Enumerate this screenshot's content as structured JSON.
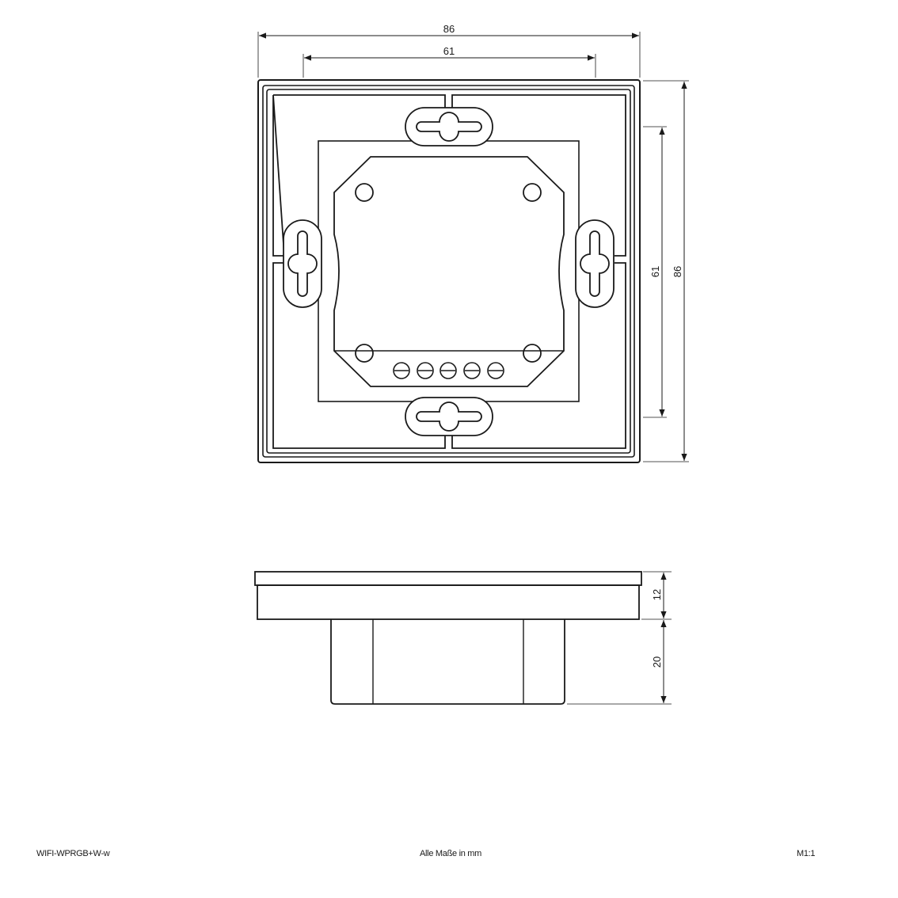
{
  "drawing": {
    "front_view": {
      "dim_width_outer": "86",
      "dim_width_inner": "61",
      "dim_height_outer": "86",
      "dim_height_inner": "61"
    },
    "side_view": {
      "dim_frame_depth": "12",
      "dim_box_depth": "20"
    },
    "line_color": "#1a1a1a"
  },
  "footer": {
    "product_code": "WIFI-WPRGB+W-w",
    "units_note": "Alle Maße in mm",
    "scale": "M1:1"
  }
}
